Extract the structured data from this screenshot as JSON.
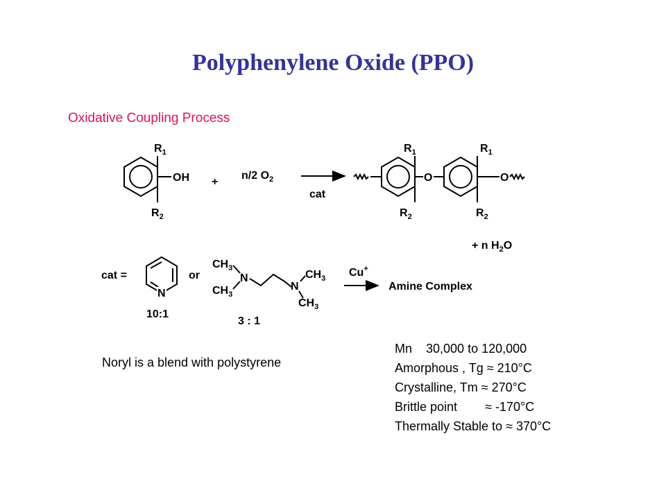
{
  "title": "Polyphenylene Oxide (PPO)",
  "subtitle": "Oxidative Coupling Process",
  "reaction": {
    "reactant_oh": "OH",
    "r1": "R",
    "r1_sub": "1",
    "r2": "R",
    "r2_sub": "2",
    "plus": "+",
    "oxidant": "n/2 O",
    "oxidant_sub": "2",
    "arrow_label": "cat",
    "ether_o": "O",
    "water_prefix": "+ n H",
    "water_sub": "2",
    "water_suffix": "O"
  },
  "catalyst": {
    "label": "cat =",
    "pyridine_n": "N",
    "ratio1": "10:1",
    "or": "or",
    "ch3": "CH",
    "ch3_sub": "3",
    "amine_n": "N",
    "ratio2": "3 : 1",
    "cu": "Cu",
    "cu_charge": "+",
    "product": "Amine Complex"
  },
  "note": "Noryl is a blend with polystyrene",
  "properties": [
    "Mn    30,000 to 120,000",
    "Amorphous , Tg ≈ 210°C",
    "Crystalline, Tm ≈ 270°C",
    "Brittle point        ≈ -170°C",
    "Thermally Stable to ≈ 370°C"
  ]
}
